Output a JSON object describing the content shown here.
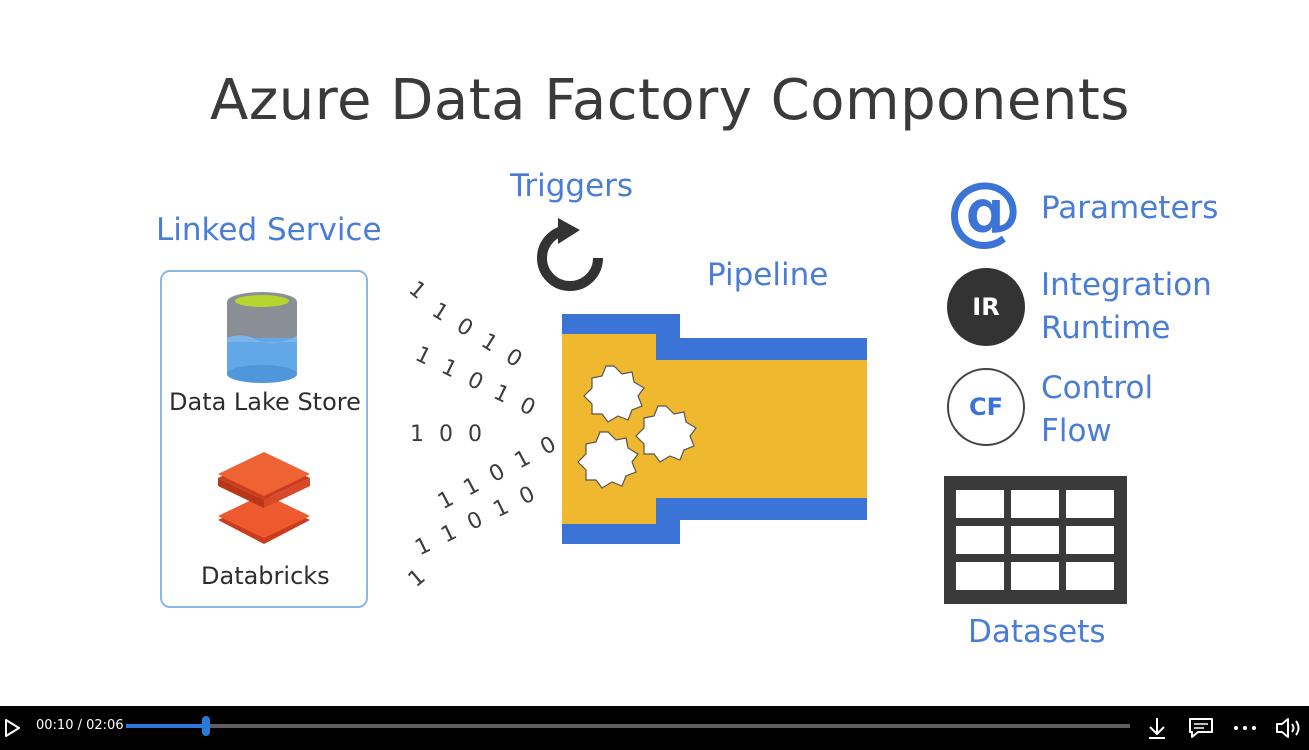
{
  "slide": {
    "title": "Azure Data Factory Components",
    "linked_service": {
      "label": "Linked Service",
      "items": [
        {
          "label": "Data Lake Store",
          "icon": "data-lake-store-icon"
        },
        {
          "label": "Databricks",
          "icon": "databricks-icon"
        }
      ]
    },
    "triggers": {
      "label": "Triggers",
      "icon": "refresh-icon"
    },
    "binary_rows": [
      "1",
      "1 0 1 0",
      "1 1 0 1 0",
      "1 0 0",
      "1 1 0 1 0",
      "1 1 0 1 0",
      "1"
    ],
    "pipeline": {
      "label": "Pipeline",
      "icon": "pipeline-gears-icon",
      "colors": {
        "yellow": "#f0b82e",
        "blue": "#3b73d6"
      }
    },
    "parameters": {
      "label": "Parameters",
      "icon": "at-sign-icon"
    },
    "integration_runtime": {
      "label_line1": "Integration",
      "label_line2": "Runtime",
      "badge": "IR"
    },
    "control_flow": {
      "label_line1": "Control",
      "label_line2": "Flow",
      "badge": "CF"
    },
    "datasets": {
      "label": "Datasets",
      "icon": "table-grid-icon"
    }
  },
  "player": {
    "current_time": "00:10",
    "separator": " / ",
    "duration": "02:06",
    "progress": 0.08,
    "icons": [
      "play-icon",
      "download-icon",
      "captions-icon",
      "more-icon",
      "volume-icon"
    ],
    "accent": "#2b79d8"
  }
}
